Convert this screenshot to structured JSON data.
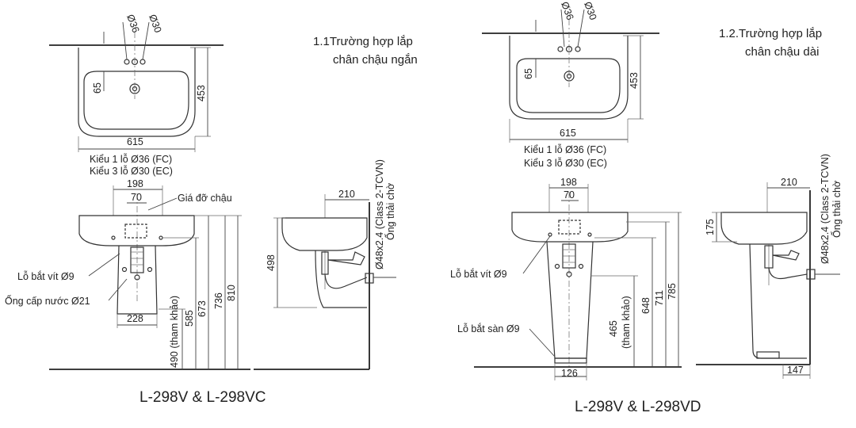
{
  "left": {
    "case_title": [
      "1.1Trường hợp lắp",
      "chân chậu ngắn"
    ],
    "top_view": {
      "dia_36": "Ø36",
      "dia_30": "Ø30",
      "dim_65": "65",
      "dim_453": "453",
      "dim_615": "615",
      "note_1": "Kiểu 1 lỗ Ø36 (FC)",
      "note_3": "Kiểu 3 lỗ Ø30 (EC)"
    },
    "front_view": {
      "dim_198": "198",
      "dim_70": "70",
      "label_bracket": "Giá đỡ chậu",
      "label_screw": "Lỗ bắt vít Ø9",
      "label_supply": "Ống cấp nước Ø21",
      "dim_228": "228",
      "dim_490": "490 (tham khảo)",
      "dim_585": "585",
      "dim_673": "673",
      "dim_736": "736",
      "dim_810": "810"
    },
    "side_view": {
      "dim_210": "210",
      "dim_498": "498",
      "pipe_label": "Ø48x2.4 (Class 2-TCVN)",
      "pipe_label2": "Ống thải chờ"
    },
    "model": "L-298V & L-298VC"
  },
  "right": {
    "case_title": [
      "1.2.Trường hợp lắp",
      "chân chậu dài"
    ],
    "top_view": {
      "dia_36": "Ø36",
      "dia_30": "Ø30",
      "dim_65": "65",
      "dim_453": "453",
      "dim_615": "615",
      "note_1": "Kiểu 1 lỗ Ø36 (FC)",
      "note_3": "Kiểu 3 lỗ Ø30 (EC)"
    },
    "front_view": {
      "dim_198": "198",
      "dim_70": "70",
      "label_screw": "Lỗ bắt vít Ø9",
      "label_floor": "Lỗ bắt sàn Ø9",
      "dim_126": "126",
      "dim_465": "465",
      "dim_465b": "(tham khảo)",
      "dim_648": "648",
      "dim_711": "711",
      "dim_785": "785"
    },
    "side_view": {
      "dim_210": "210",
      "dim_175": "175",
      "dim_147": "147",
      "pipe_label": "Ø48x2.4 (Class 2-TCVN)",
      "pipe_label2": "Ống thải chờ"
    },
    "model": "L-298V & L-298VD"
  }
}
